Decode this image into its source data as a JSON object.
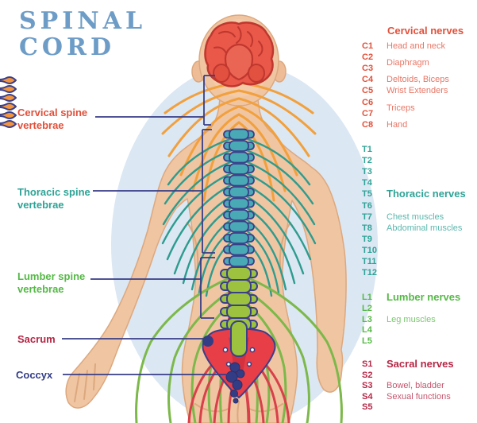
{
  "title": {
    "line1": "SPINAL",
    "line2": "CORD"
  },
  "left_labels": {
    "cervical": "Cervical spine vertebrae",
    "thoracic": "Thoracic spine vertebrae",
    "lumbar": "Lumber spine vertebrae",
    "sacrum": "Sacrum",
    "coccyx": "Coccyx"
  },
  "right_panel": {
    "cervical": {
      "header": "Cervical nerves",
      "codes": [
        "C1",
        "C2",
        "C3",
        "C4",
        "C5",
        "C6",
        "C7",
        "C8"
      ],
      "items": [
        {
          "row": 0,
          "text": "Head and neck"
        },
        {
          "row": 1.5,
          "text": "Diaphragm"
        },
        {
          "row": 3,
          "text": "Deltoids, Biceps"
        },
        {
          "row": 4,
          "text": "Wrist Extenders"
        },
        {
          "row": 5.5,
          "text": "Triceps"
        },
        {
          "row": 7,
          "text": "Hand"
        }
      ]
    },
    "thoracic": {
      "header": "Thoracic nerves",
      "header_row": 4,
      "codes": [
        "T1",
        "T2",
        "T3",
        "T4",
        "T5",
        "T6",
        "T7",
        "T8",
        "T9",
        "T10",
        "T11",
        "T12"
      ],
      "items": [
        {
          "row": 6,
          "text": "Chest muscles"
        },
        {
          "row": 7,
          "text": "Abdominal muscles"
        }
      ]
    },
    "lumbar": {
      "header": "Lumber nerves",
      "header_row": 0,
      "codes": [
        "L1",
        "L2",
        "L3",
        "L4",
        "L5"
      ],
      "items": [
        {
          "row": 2,
          "text": "Leg muscles"
        }
      ]
    },
    "sacral": {
      "header": "Sacral nerves",
      "header_row": 0,
      "codes": [
        "S1",
        "S2",
        "S3",
        "S4",
        "S5"
      ],
      "items": [
        {
          "row": 2,
          "text": "Bowel, bladder"
        },
        {
          "row": 3,
          "text": "Sexual functions"
        }
      ]
    }
  },
  "colors": {
    "title": "#6d9cc7",
    "cervical": "#e2503a",
    "thoracic": "#2ea396",
    "lumbar": "#56b847",
    "sacral": "#b52645",
    "coccyx": "#333d85",
    "connector_line": "#373d87",
    "background_blob": "#dbe7f3",
    "skin": "#f0c5a2",
    "brain": "#e95849",
    "vertebra_cervical": "#f3953f",
    "vertebra_thoracic": "#49aab6",
    "vertebra_lumbar": "#9cc23f",
    "sacrum_bone": "#e73e48",
    "nerve_orange": "#f2a03c",
    "nerve_teal": "#2d9c8e",
    "nerve_green": "#7cb84a",
    "nerve_red": "#d8404a"
  }
}
